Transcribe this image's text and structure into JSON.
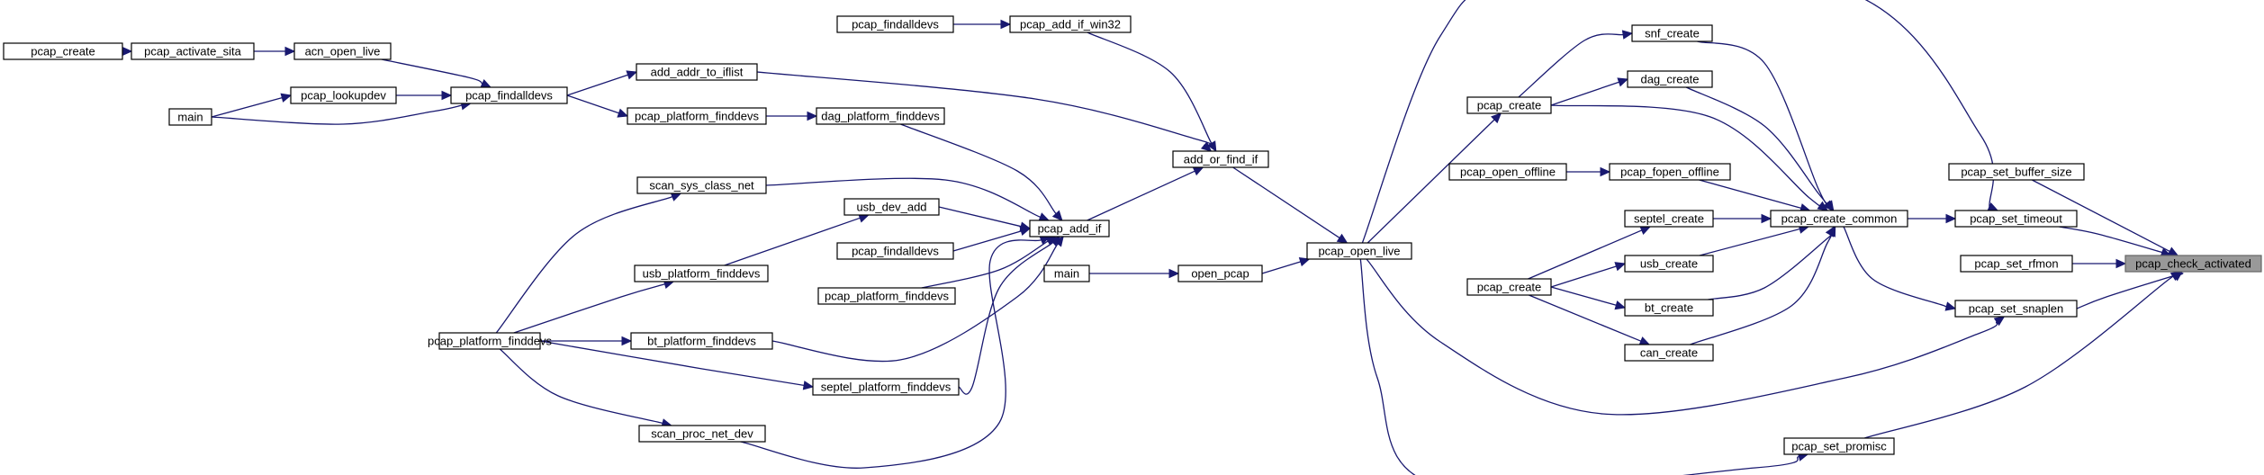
{
  "graph": {
    "colors": {
      "edge": "#191970",
      "node_fill": "#ffffff",
      "node_border": "#000000",
      "highlight_fill": "#999999"
    },
    "nodes": [
      {
        "id": "n1",
        "label": "pcap_create"
      },
      {
        "id": "n2",
        "label": "pcap_activate_sita"
      },
      {
        "id": "n3",
        "label": "acn_open_live"
      },
      {
        "id": "n4",
        "label": "main"
      },
      {
        "id": "n5",
        "label": "pcap_lookupdev"
      },
      {
        "id": "n6",
        "label": "pcap_findalldevs"
      },
      {
        "id": "n7",
        "label": "pcap_findalldevs"
      },
      {
        "id": "n8",
        "label": "pcap_add_if_win32"
      },
      {
        "id": "n9",
        "label": "add_addr_to_iflist"
      },
      {
        "id": "n10",
        "label": "pcap_platform_finddevs"
      },
      {
        "id": "n11",
        "label": "dag_platform_finddevs"
      },
      {
        "id": "n12",
        "label": "add_or_find_if"
      },
      {
        "id": "n13",
        "label": "scan_sys_class_net"
      },
      {
        "id": "n14",
        "label": "usb_dev_add"
      },
      {
        "id": "n15",
        "label": "pcap_add_if"
      },
      {
        "id": "n16",
        "label": "pcap_findalldevs"
      },
      {
        "id": "n17",
        "label": "usb_platform_finddevs"
      },
      {
        "id": "n18",
        "label": "pcap_platform_finddevs"
      },
      {
        "id": "n19",
        "label": "main"
      },
      {
        "id": "n20",
        "label": "open_pcap"
      },
      {
        "id": "n21",
        "label": "pcap_platform_finddevs"
      },
      {
        "id": "n22",
        "label": "bt_platform_finddevs"
      },
      {
        "id": "n23",
        "label": "septel_platform_finddevs"
      },
      {
        "id": "n24",
        "label": "scan_proc_net_dev"
      },
      {
        "id": "n25",
        "label": "pcap_open_live"
      },
      {
        "id": "n26",
        "label": "snf_create"
      },
      {
        "id": "n27",
        "label": "dag_create"
      },
      {
        "id": "n28",
        "label": "pcap_create"
      },
      {
        "id": "n29",
        "label": "pcap_open_offline"
      },
      {
        "id": "n30",
        "label": "pcap_fopen_offline"
      },
      {
        "id": "n31",
        "label": "septel_create"
      },
      {
        "id": "n32",
        "label": "usb_create"
      },
      {
        "id": "n33",
        "label": "pcap_create"
      },
      {
        "id": "n34",
        "label": "bt_create"
      },
      {
        "id": "n35",
        "label": "can_create"
      },
      {
        "id": "n36",
        "label": "pcap_create_common"
      },
      {
        "id": "n37",
        "label": "pcap_set_promisc"
      },
      {
        "id": "n38",
        "label": "pcap_set_buffer_size"
      },
      {
        "id": "n39",
        "label": "pcap_set_timeout"
      },
      {
        "id": "n40",
        "label": "pcap_set_rfmon"
      },
      {
        "id": "n41",
        "label": "pcap_set_snaplen"
      },
      {
        "id": "n42",
        "label": "pcap_check_activated"
      }
    ],
    "edges": [
      [
        "n1",
        "n2"
      ],
      [
        "n2",
        "n3"
      ],
      [
        "n3",
        "n6"
      ],
      [
        "n4",
        "n5"
      ],
      [
        "n5",
        "n6"
      ],
      [
        "n4",
        "n6"
      ],
      [
        "n6",
        "n9"
      ],
      [
        "n6",
        "n10"
      ],
      [
        "n10",
        "n11"
      ],
      [
        "n7",
        "n8"
      ],
      [
        "n8",
        "n12"
      ],
      [
        "n9",
        "n12"
      ],
      [
        "n11",
        "n15"
      ],
      [
        "n13",
        "n15"
      ],
      [
        "n14",
        "n15"
      ],
      [
        "n16",
        "n15"
      ],
      [
        "n18",
        "n15"
      ],
      [
        "n22",
        "n15"
      ],
      [
        "n23",
        "n15"
      ],
      [
        "n24",
        "n15"
      ],
      [
        "n15",
        "n12"
      ],
      [
        "n21",
        "n13"
      ],
      [
        "n21",
        "n17"
      ],
      [
        "n17",
        "n14"
      ],
      [
        "n21",
        "n22"
      ],
      [
        "n21",
        "n23"
      ],
      [
        "n21",
        "n24"
      ],
      [
        "n19",
        "n20"
      ],
      [
        "n20",
        "n25"
      ],
      [
        "n12",
        "n25"
      ],
      [
        "n25",
        "n28"
      ],
      [
        "n28",
        "n26"
      ],
      [
        "n28",
        "n27"
      ],
      [
        "n29",
        "n30"
      ],
      [
        "n33",
        "n31"
      ],
      [
        "n33",
        "n32"
      ],
      [
        "n33",
        "n34"
      ],
      [
        "n33",
        "n35"
      ],
      [
        "n26",
        "n36"
      ],
      [
        "n27",
        "n36"
      ],
      [
        "n28",
        "n36"
      ],
      [
        "n30",
        "n36"
      ],
      [
        "n31",
        "n36"
      ],
      [
        "n32",
        "n36"
      ],
      [
        "n34",
        "n36"
      ],
      [
        "n35",
        "n36"
      ],
      [
        "n36",
        "n39"
      ],
      [
        "n36",
        "n41"
      ],
      [
        "n25",
        "n39"
      ],
      [
        "n25",
        "n41"
      ],
      [
        "n25",
        "n37"
      ],
      [
        "n37",
        "n42"
      ],
      [
        "n38",
        "n42"
      ],
      [
        "n39",
        "n42"
      ],
      [
        "n40",
        "n42"
      ],
      [
        "n41",
        "n42"
      ]
    ]
  }
}
